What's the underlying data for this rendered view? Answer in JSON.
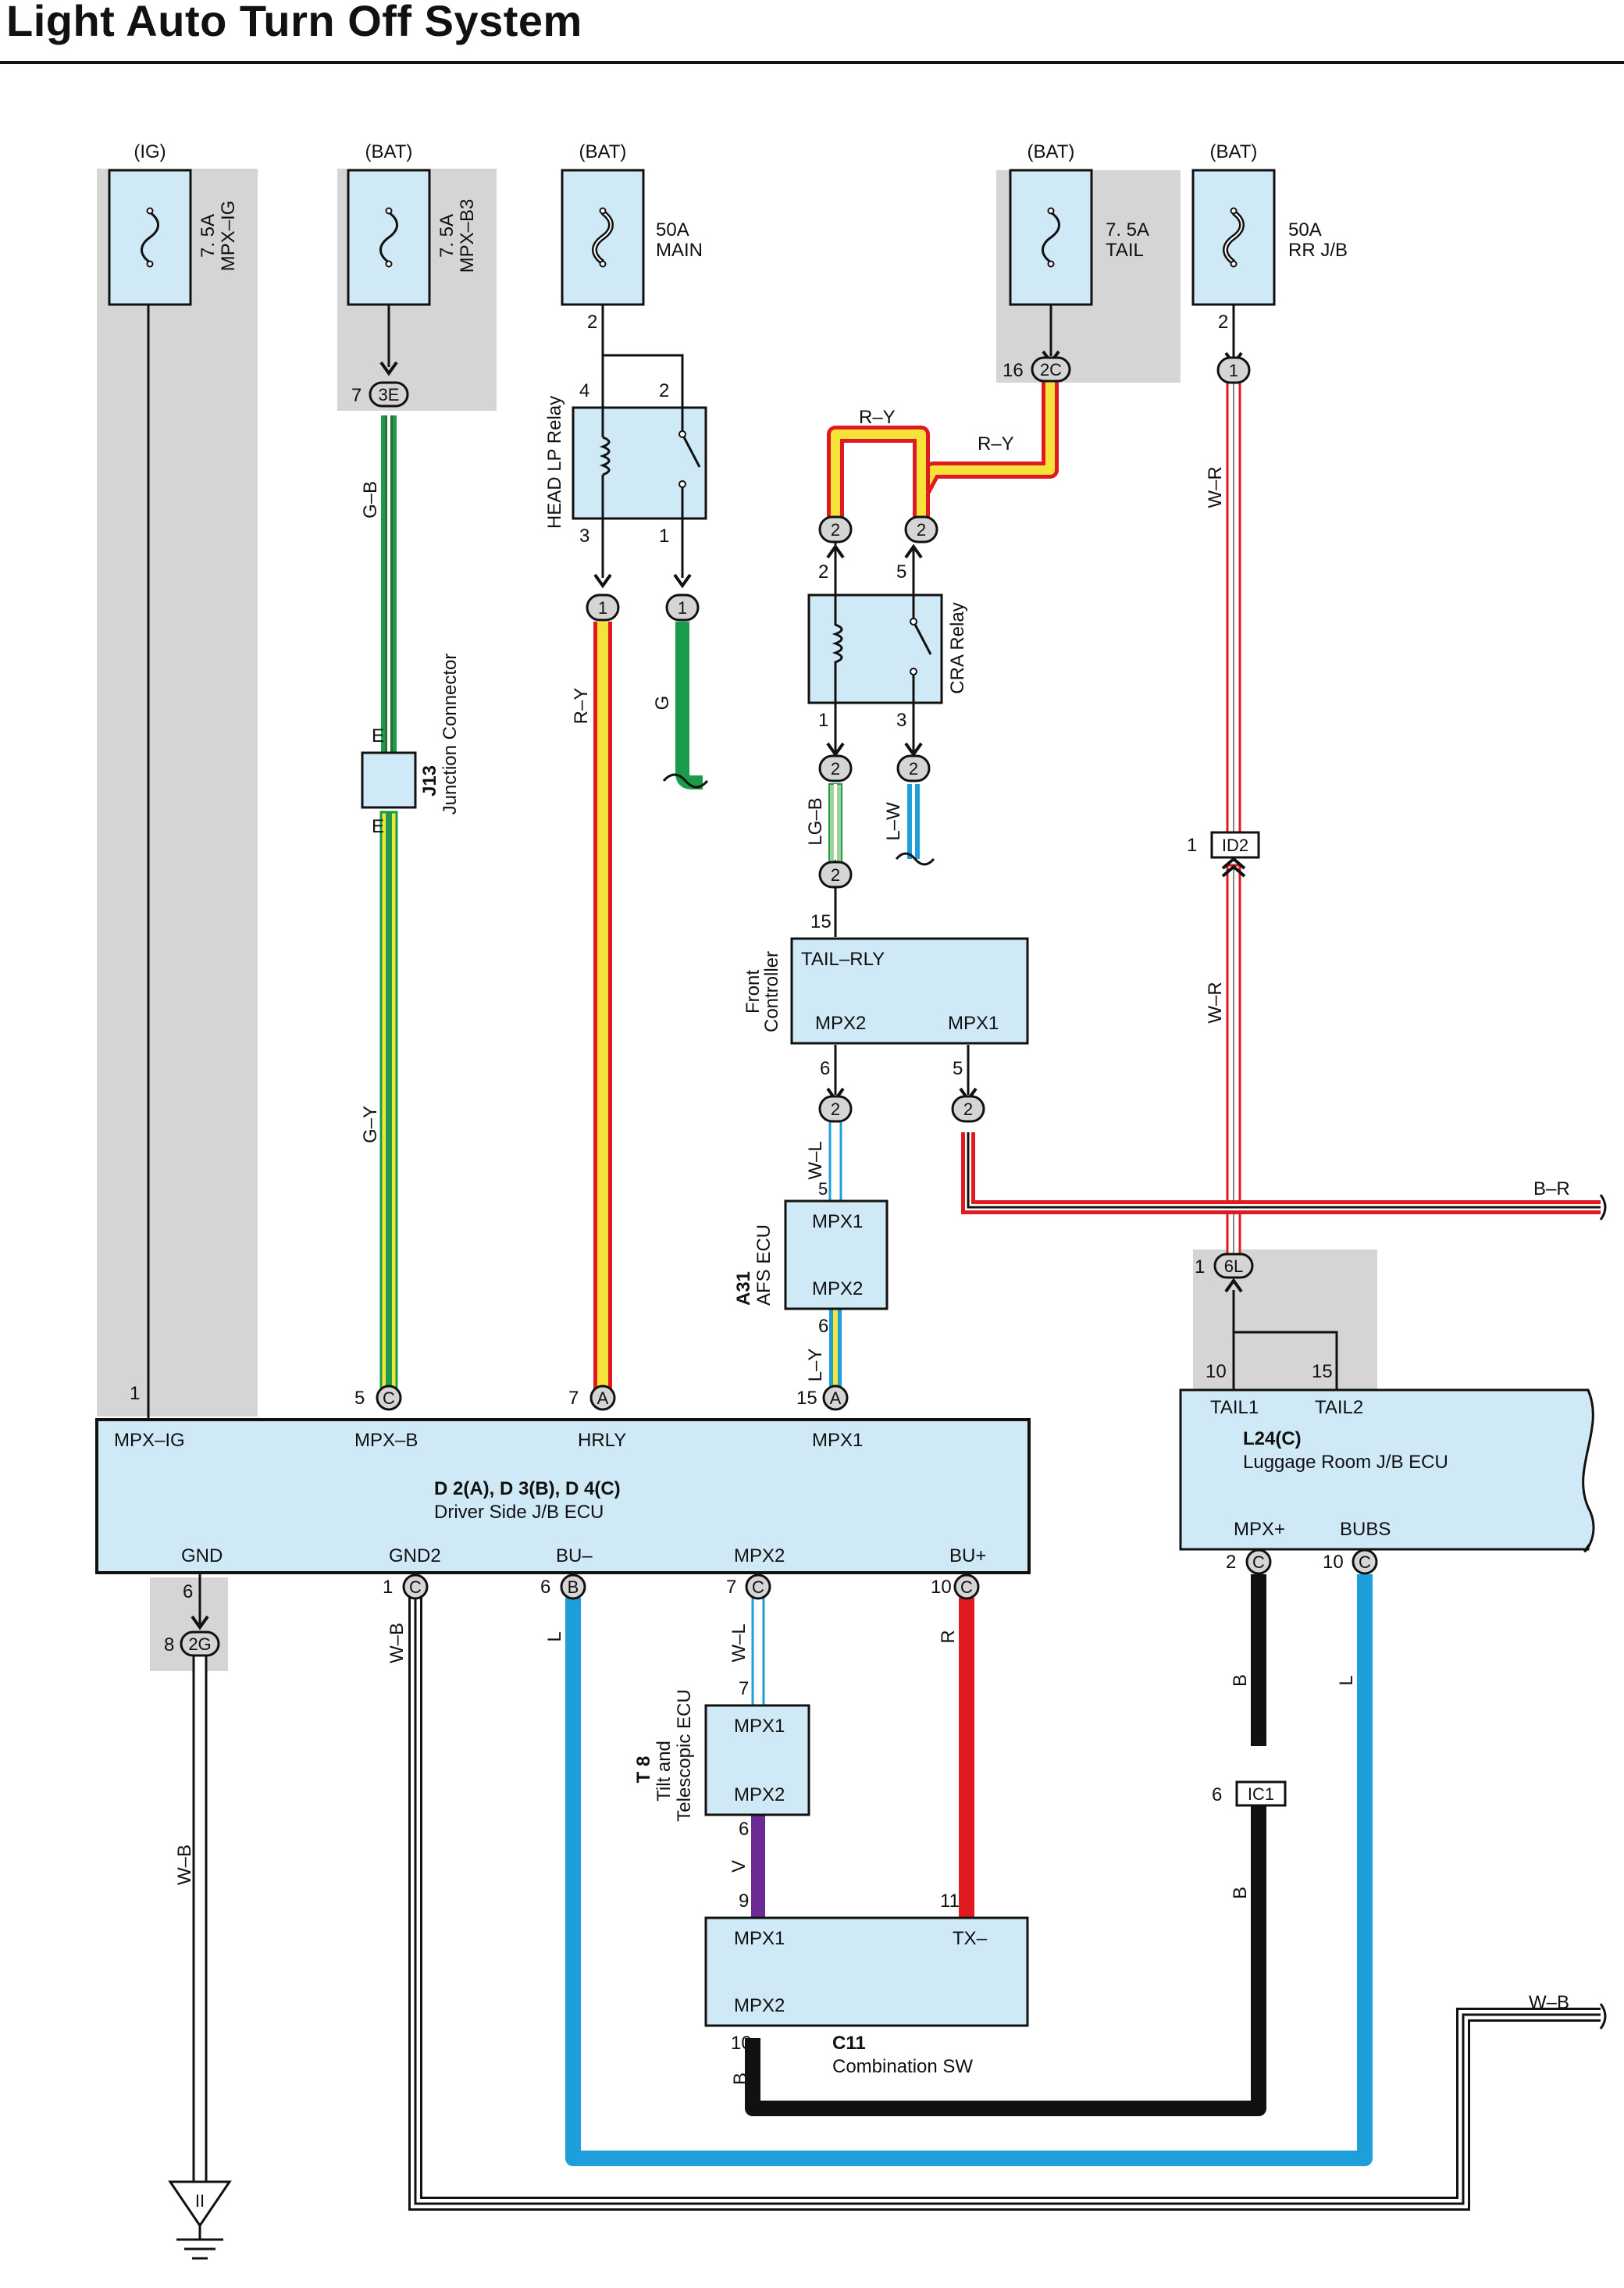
{
  "title": "Light Auto Turn Off System",
  "colors": {
    "ecu_fill": "#cfe9f7",
    "shade": "#d5d5d5",
    "red": "#e11a22",
    "yellow": "#f6e33a",
    "green": "#1a9c4a",
    "blue": "#1e9fdc",
    "purple": "#6b2b93",
    "black": "#111111",
    "white_stripe": "#ffffff"
  },
  "fuses": {
    "ig": {
      "source": "(IG)",
      "rating": "7. 5A",
      "name": "MPX–IG"
    },
    "b3": {
      "source": "(BAT)",
      "rating": "7. 5A",
      "name": "MPX–B3"
    },
    "main": {
      "source": "(BAT)",
      "rating": "50A",
      "name": "MAIN"
    },
    "tail": {
      "source": "(BAT)",
      "rating": "7. 5A",
      "name": "TAIL"
    },
    "rrjb": {
      "source": "(BAT)",
      "rating": "50A",
      "name": "RR J/B"
    }
  },
  "relays": {
    "head": {
      "label": "HEAD LP Relay"
    },
    "cra": {
      "label": "CRA Relay"
    }
  },
  "connectors": {
    "c3E": "3E",
    "c2C": "2C",
    "c1": "1",
    "c2": "2",
    "cID2": "ID2",
    "c6L": "6L",
    "c2G": "2G",
    "cA": "A",
    "cB": "B",
    "cC": "C",
    "cIC1": "IC1"
  },
  "junction": {
    "id": "J13",
    "name": "Junction Connector",
    "pin": "E"
  },
  "ecus": {
    "front": {
      "name": "Front Controller",
      "p_tail": "TAIL–RLY",
      "p_mpx2": "MPX2",
      "p_mpx1": "MPX1"
    },
    "afs": {
      "id": "A31",
      "name": "AFS ECU",
      "p_mpx1": "MPX1",
      "p_mpx2": "MPX2"
    },
    "driver": {
      "ids": "D 2(A), D 3(B), D 4(C)",
      "name": "Driver Side J/B ECU",
      "p_mpxig": "MPX–IG",
      "p_mpxb": "MPX–B",
      "p_hrly": "HRLY",
      "p_mpx1": "MPX1",
      "p_gnd": "GND",
      "p_gnd2": "GND2",
      "p_bum": "BU–",
      "p_mpx2": "MPX2",
      "p_bup": "BU+"
    },
    "luggage": {
      "id": "L24(C)",
      "name": "Luggage Room J/B ECU",
      "p_tail1": "TAIL1",
      "p_tail2": "TAIL2",
      "p_mpxp": "MPX+",
      "p_bubs": "BUBS"
    },
    "tilt": {
      "id": "T 8",
      "name1": "Tilt and",
      "name2": "Telescopic ECU",
      "p_mpx1": "MPX1",
      "p_mpx2": "MPX2"
    },
    "combo": {
      "id": "C11",
      "name": "Combination SW",
      "p_mpx1": "MPX1",
      "p_tx": "TX–",
      "p_mpx2": "MPX2"
    }
  },
  "wires": {
    "gb": "G–B",
    "gy": "G–Y",
    "ry": "R–Y",
    "g": "G",
    "lgb": "LG–B",
    "lw": "L–W",
    "wr": "W–R",
    "wl": "W–L",
    "ly": "L–Y",
    "br": "B–R",
    "wb": "W–B",
    "l": "L",
    "r": "R",
    "v": "V",
    "b": "B"
  },
  "pins": {
    "p1": "1",
    "p2": "2",
    "p3": "3",
    "p4": "4",
    "p5": "5",
    "p6": "6",
    "p7": "7",
    "p8": "8",
    "p9": "9",
    "p10": "10",
    "p11": "11",
    "p15": "15",
    "p16": "16"
  },
  "ground_symbol": "II"
}
